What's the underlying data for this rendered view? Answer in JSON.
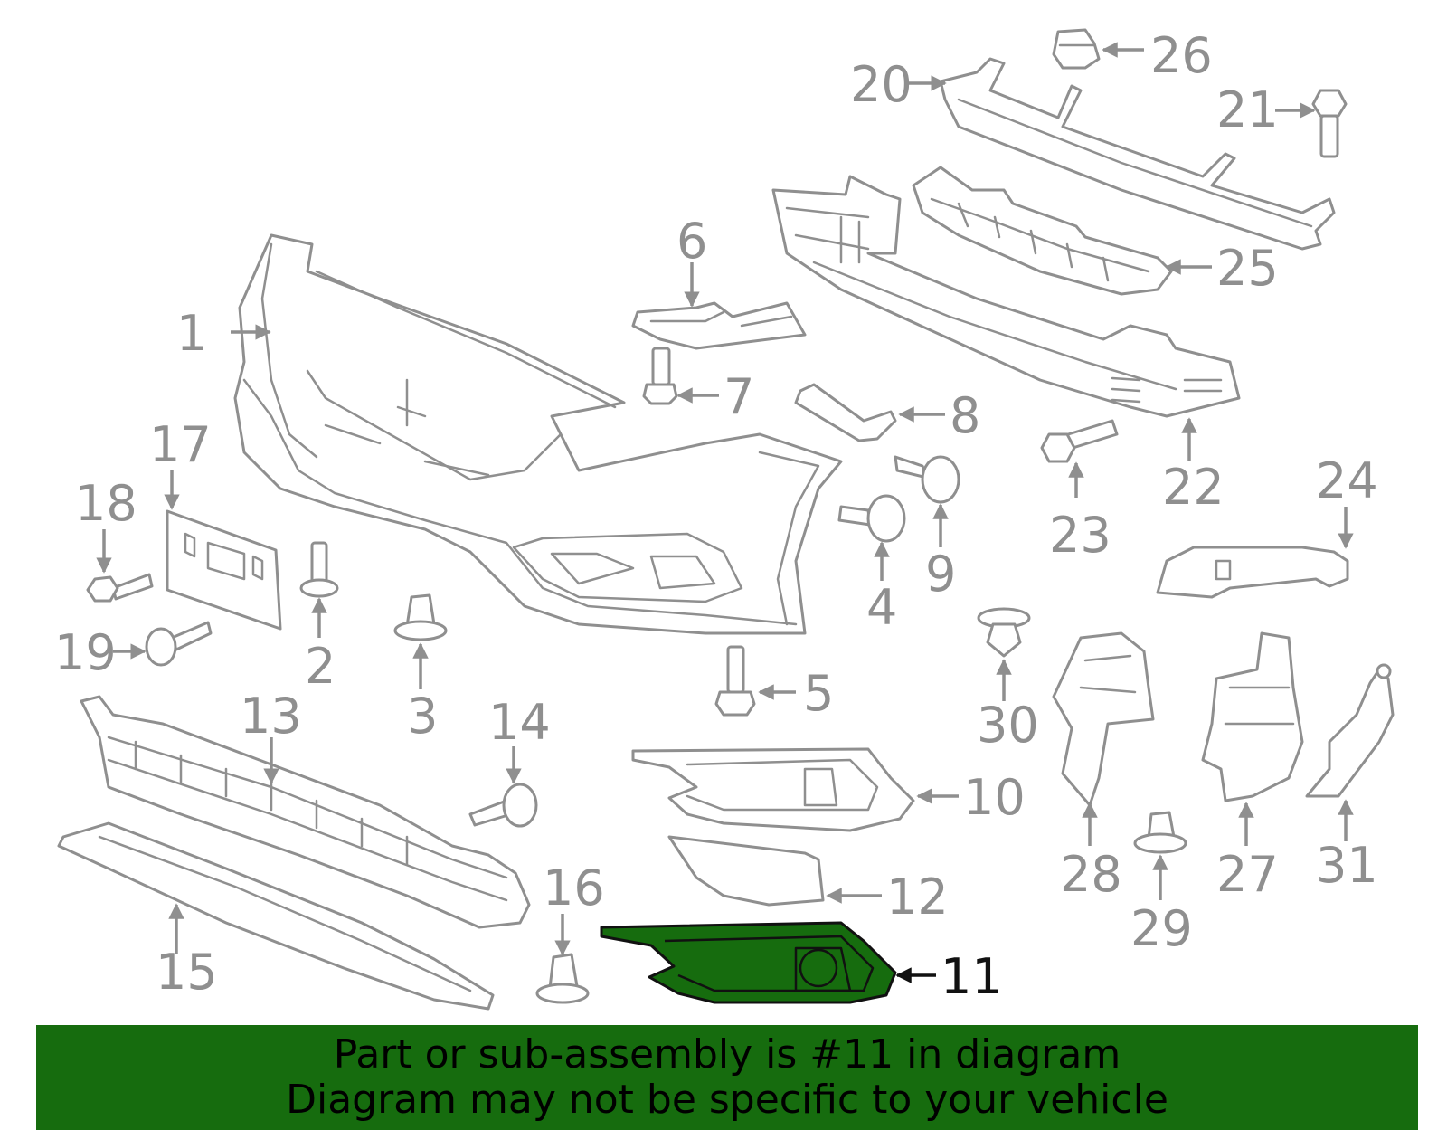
{
  "banner": {
    "line1": "Part or sub-assembly is #11 in diagram",
    "line2": "Diagram may not be specific to your vehicle"
  },
  "colors": {
    "highlight": "#166c0e",
    "parts": "#8f8f8f",
    "highlight_outline": "#111111"
  },
  "highlighted_part": "11",
  "callouts": [
    "1",
    "2",
    "3",
    "4",
    "5",
    "6",
    "7",
    "8",
    "9",
    "10",
    "11",
    "12",
    "13",
    "14",
    "15",
    "16",
    "17",
    "18",
    "19",
    "20",
    "21",
    "22",
    "23",
    "24",
    "25",
    "26",
    "27",
    "28",
    "29",
    "30",
    "31"
  ]
}
